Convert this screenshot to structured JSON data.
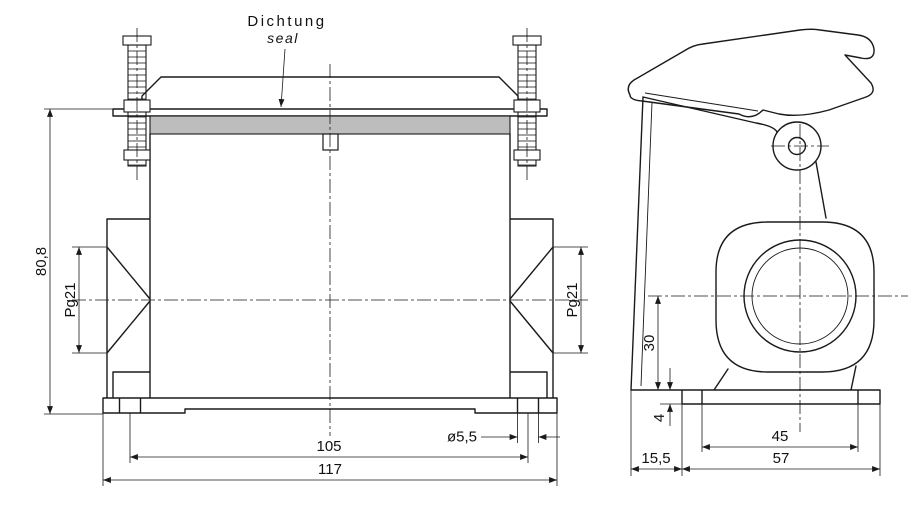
{
  "drawing": {
    "background_color": "#ffffff",
    "line_color": "#1a1a1a",
    "seal_fill_color": "#bdbdbd",
    "labels": {
      "dichtung": "Dichtung",
      "seal": "seal"
    },
    "front_view": {
      "dim_overall_height": "80,8",
      "dim_thread_left": "Pg21",
      "dim_thread_right": "Pg21",
      "dim_hole_spacing": "105",
      "dim_overall_width": "117",
      "dim_hole_diameter": "ø5,5"
    },
    "side_view": {
      "dim_entry_center_height": "30",
      "dim_base_thickness": "4",
      "dim_slot_spacing": "45",
      "dim_overall_depth": "57",
      "dim_front_offset": "15,5"
    }
  }
}
